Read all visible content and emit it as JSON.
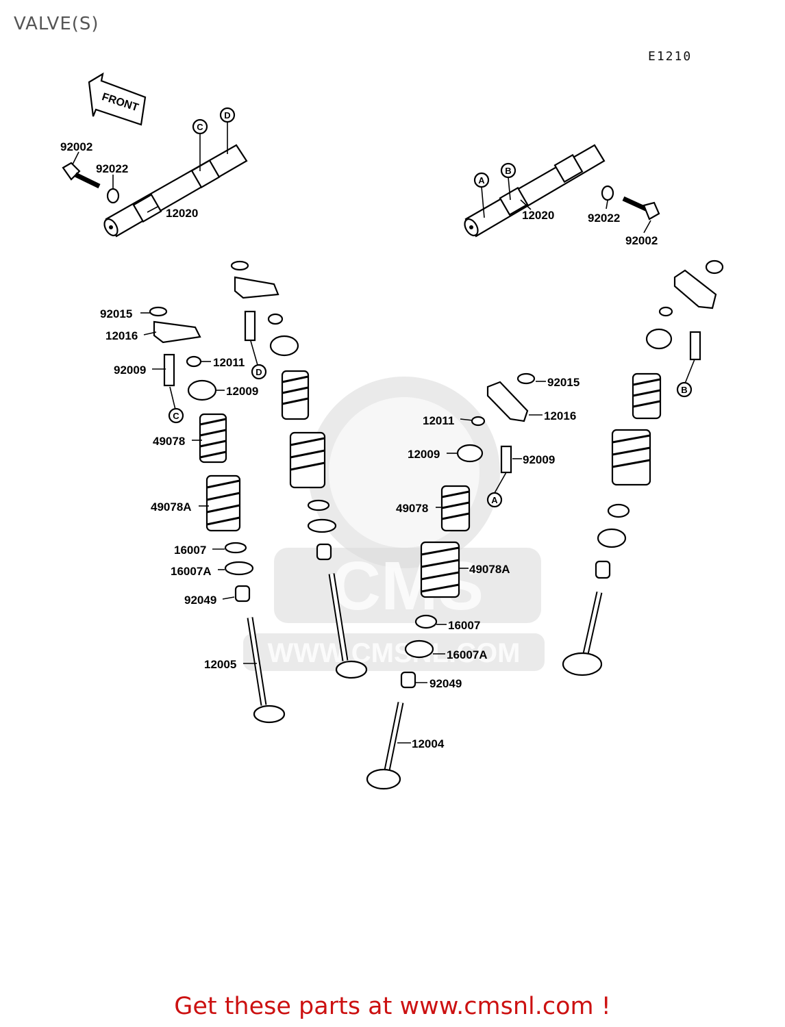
{
  "header": {
    "title": "VALVE(S)",
    "diagram_code": "E1210"
  },
  "front_arrow": {
    "text": "FRONT"
  },
  "watermark": {
    "brand": "CMS",
    "url": "WWW.CMSNL.COM"
  },
  "parts": {
    "p92002_left": "92002",
    "p92022_left": "92022",
    "p12020_left": "12020",
    "p12020_right": "12020",
    "p92022_right": "92022",
    "p92002_right": "92002",
    "p92015_left": "92015",
    "p12016_left": "12016",
    "p12011_left": "12011",
    "p92009_left": "92009",
    "p12009_left": "12009",
    "p49078_left": "49078",
    "p49078A_left": "49078A",
    "p16007_left": "16007",
    "p16007A_left": "16007A",
    "p92049_left": "92049",
    "p12005": "12005",
    "p92015_right": "92015",
    "p12016_right": "12016",
    "p12011_right": "12011",
    "p12009_right": "12009",
    "p92009_right": "92009",
    "p49078_right": "49078",
    "p49078A_right": "49078A",
    "p16007_right": "16007",
    "p16007A_right": "16007A",
    "p92049_right": "92049",
    "p12004": "12004"
  },
  "refs": {
    "a": "A",
    "b": "B",
    "c": "C",
    "d": "D"
  },
  "footer": {
    "text": "Get these parts at www.cmsnl.com !"
  }
}
